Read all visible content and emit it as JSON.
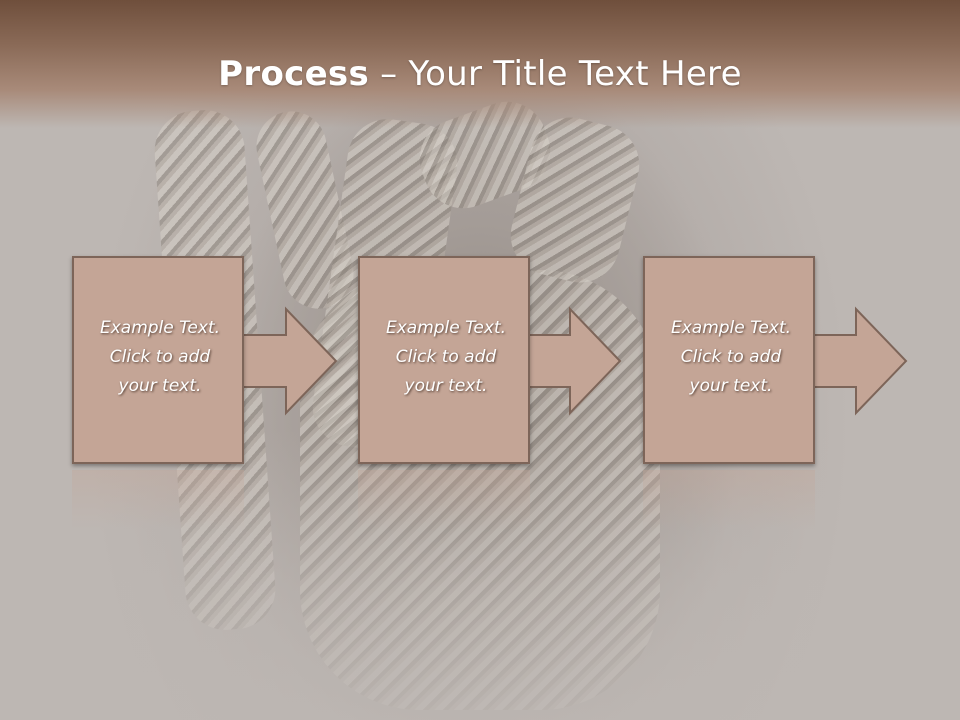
{
  "slide": {
    "title_bold": "Process",
    "title_dash": " – ",
    "title_rest": "Your Title Text Here"
  },
  "steps": [
    {
      "text": "Example Text.\nClick  to add\nyour text."
    },
    {
      "text": "Example Text.\nClick  to add\nyour text."
    },
    {
      "text": "Example Text.\nClick  to add\nyour text."
    }
  ],
  "colors": {
    "header_brown": "#6f4f3c",
    "box_fill": "#c4a596",
    "box_border": "#7d6559"
  }
}
